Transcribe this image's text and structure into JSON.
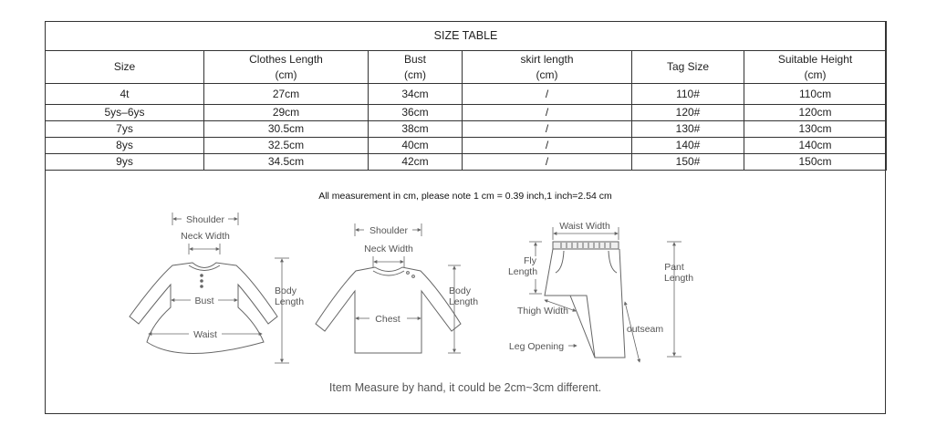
{
  "table": {
    "title": "SIZE TABLE",
    "headers": [
      {
        "line1": "Size",
        "line2": ""
      },
      {
        "line1": "Clothes Length",
        "line2": "(cm)"
      },
      {
        "line1": "Bust",
        "line2": "(cm)"
      },
      {
        "line1": "skirt length",
        "line2": "(cm)"
      },
      {
        "line1": "Tag Size",
        "line2": ""
      },
      {
        "line1": "Suitable Height",
        "line2": "(cm)"
      }
    ],
    "rows": [
      [
        "4t",
        "27cm",
        "34cm",
        "/",
        "110#",
        "110cm"
      ],
      [
        "5ys–6ys",
        "29cm",
        "36cm",
        "/",
        "120#",
        "120cm"
      ],
      [
        "7ys",
        "30.5cm",
        "38cm",
        "/",
        "130#",
        "130cm"
      ],
      [
        "8ys",
        "32.5cm",
        "40cm",
        "/",
        "140#",
        "140cm"
      ],
      [
        "9ys",
        "34.5cm",
        "42cm",
        "/",
        "150#",
        "150cm"
      ]
    ]
  },
  "note": "All measurement in cm, please note 1 cm = 0.39 inch,1 inch=2.54 cm",
  "footer": "Item Measure by hand, it could be 2cm~3cm different.",
  "dress": {
    "shoulder": "Shoulder",
    "neck_width": "Neck Width",
    "bust": "Bust",
    "waist": "Waist",
    "body_length_1": "Body",
    "body_length_2": "Length"
  },
  "top": {
    "shoulder": "Shoulder",
    "neck_width": "Neck Width",
    "chest": "Chest",
    "body_length_1": "Body",
    "body_length_2": "Length"
  },
  "pants": {
    "waist_width": "Waist Width",
    "fly_1": "Fly",
    "fly_2": "Length",
    "thigh_width": "Thigh Width",
    "outseam": "outseam",
    "leg_opening": "Leg Opening",
    "pant_length_1": "Pant",
    "pant_length_2": "Length"
  }
}
